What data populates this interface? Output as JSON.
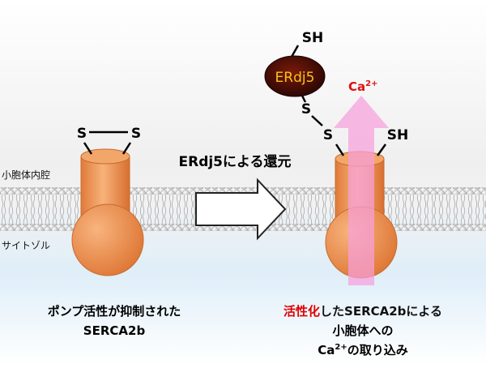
{
  "compartments": {
    "er_lumen": "小胞体内腔",
    "cytosol": "サイトゾル"
  },
  "left": {
    "sulfur_a": "S",
    "sulfur_b": "S",
    "caption_line1": "ポンプ活性が抑制された",
    "caption_line2": "SERCA2b"
  },
  "arrow": {
    "label": "ERdj5による還元"
  },
  "right": {
    "erdj5_label": "ERdj5",
    "erdj5_sh": "SH",
    "erdj5_s": "S",
    "serca_s": "S",
    "serca_sh": "SH",
    "calcium_label": "Ca",
    "calcium_charge": "2+",
    "caption_line1_highlight": "活性化",
    "caption_line1_rest": "したSERCA2bによる",
    "caption_line2": "小胞体への",
    "caption_line3_ca": "Ca",
    "caption_line3_charge": "2+",
    "caption_line3_rest": "の取り込み"
  },
  "colors": {
    "membrane_bead": "#bdbdbd",
    "protein_orange": "#ee9455",
    "erdj5_body": "#3a0a05",
    "erdj5_text": "#f4c419",
    "calcium_arrow": "#f7a6dd",
    "highlight_red": "#e00000",
    "calcium_red": "#dd1111"
  }
}
